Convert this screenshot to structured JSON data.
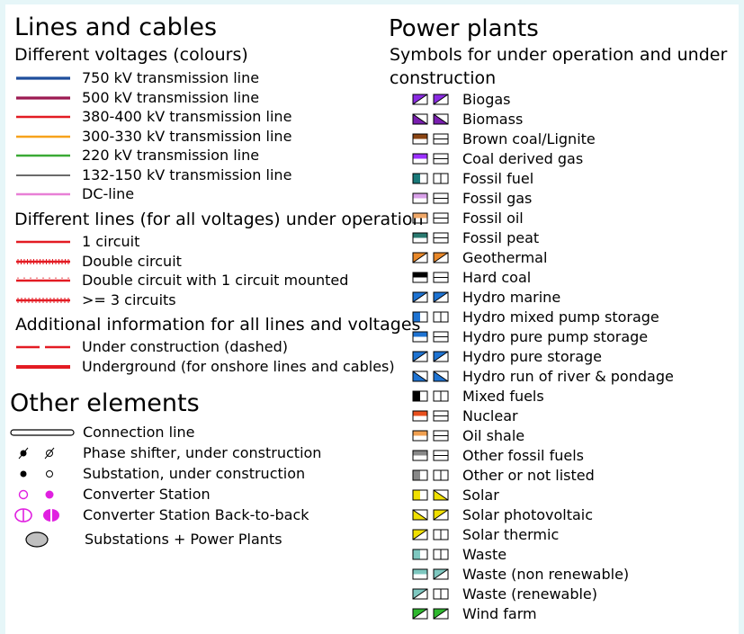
{
  "lines": {
    "title": "Lines and cables",
    "voltages_title": "Different voltages (colours)",
    "voltages": [
      {
        "label": "750 kV transmission line",
        "color": "#1f4e9c"
      },
      {
        "label": "500 kV transmission line",
        "color": "#9c1a52"
      },
      {
        "label": "380-400 kV transmission line",
        "color": "#e31b23"
      },
      {
        "label": "300-330 kV transmission line",
        "color": "#f7a21b"
      },
      {
        "label": "220 kV transmission line",
        "color": "#3aa935"
      },
      {
        "label": "132-150 kV transmission line",
        "color": "#111111"
      },
      {
        "label": "DC-line",
        "color": "#e87fd6"
      }
    ],
    "operation_title": "Different lines (for all voltages) under operation",
    "operation": [
      {
        "label": "1 circuit"
      },
      {
        "label": "Double circuit"
      },
      {
        "label": "Double circuit with 1 circuit mounted"
      },
      {
        "label": ">= 3 circuits"
      }
    ],
    "additional_title": "Additional information for all lines and voltages",
    "additional": [
      {
        "label": "Under construction (dashed)"
      },
      {
        "label": "Underground (for onshore lines and cables)"
      }
    ]
  },
  "other": {
    "title": "Other elements",
    "items": [
      {
        "label": "Connection line"
      },
      {
        "label": "Phase shifter, under construction"
      },
      {
        "label": "Substation, under construction"
      },
      {
        "label": "Converter Station"
      },
      {
        "label": "Converter Station Back-to-back"
      },
      {
        "label": "Substations + Power Plants"
      }
    ]
  },
  "power": {
    "title": "Power plants",
    "subtitle_line1": "Symbols for under operation and under",
    "subtitle_line2": "construction",
    "plants": [
      {
        "label": "Biogas",
        "color": "#8a2be2",
        "op": "diag",
        "uc": "diag"
      },
      {
        "label": "Biomass",
        "color": "#7a1fb0",
        "op": "diag2",
        "uc": "diag2"
      },
      {
        "label": "Brown coal/Lignite",
        "color": "#8b4513",
        "op": "top",
        "uc": "hline"
      },
      {
        "label": "Coal derived gas",
        "color": "#9b30ff",
        "op": "top",
        "uc": "hline"
      },
      {
        "label": "Fossil fuel",
        "color": "#1a7a7a",
        "op": "left",
        "uc": "vline"
      },
      {
        "label": "Fossil gas",
        "color": "#d8a0e8",
        "op": "top",
        "uc": "hline"
      },
      {
        "label": "Fossil oil",
        "color": "#f0a868",
        "op": "top",
        "uc": "hline"
      },
      {
        "label": "Fossil peat",
        "color": "#2a7a70",
        "op": "top",
        "uc": "hline"
      },
      {
        "label": "Geothermal",
        "color": "#e8882a",
        "op": "diag",
        "uc": "diag"
      },
      {
        "label": "Hard coal",
        "color": "#000000",
        "op": "top",
        "uc": "hline"
      },
      {
        "label": "Hydro marine",
        "color": "#1e73d2",
        "op": "diag",
        "uc": "diag"
      },
      {
        "label": "Hydro mixed pump storage",
        "color": "#1e73d2",
        "op": "left",
        "uc": "vline"
      },
      {
        "label": "Hydro pure pump storage",
        "color": "#1e73d2",
        "op": "top",
        "uc": "hline"
      },
      {
        "label": "Hydro pure storage",
        "color": "#1e73d2",
        "op": "diag",
        "uc": "diag"
      },
      {
        "label": "Hydro run of river & pondage",
        "color": "#1e73d2",
        "op": "diag2",
        "uc": "diag2"
      },
      {
        "label": "Mixed fuels",
        "color": "#000000",
        "op": "left",
        "uc": "vline"
      },
      {
        "label": "Nuclear",
        "color": "#e8501e",
        "op": "top",
        "uc": "hline"
      },
      {
        "label": "Oil shale",
        "color": "#f0a050",
        "op": "top",
        "uc": "hline"
      },
      {
        "label": "Other fossil fuels",
        "color": "#888888",
        "op": "top",
        "uc": "hline"
      },
      {
        "label": "Other or not listed",
        "color": "#888888",
        "op": "left",
        "uc": "vline"
      },
      {
        "label": "Solar",
        "color": "#f0e000",
        "op": "left",
        "uc": "diag2"
      },
      {
        "label": "Solar photovoltaic",
        "color": "#f0e000",
        "op": "diag2",
        "uc": "diag"
      },
      {
        "label": "Solar thermic",
        "color": "#f0e000",
        "op": "diag",
        "uc": "vline"
      },
      {
        "label": "Waste",
        "color": "#7ec8c0",
        "op": "left",
        "uc": "vline"
      },
      {
        "label": "Waste (non renewable)",
        "color": "#7ec8c0",
        "op": "top",
        "uc": "diag"
      },
      {
        "label": "Waste (renewable)",
        "color": "#7ec8c0",
        "op": "diag",
        "uc": "vline"
      },
      {
        "label": "Wind farm",
        "color": "#2eb82e",
        "op": "diag",
        "uc": "diag"
      }
    ]
  }
}
